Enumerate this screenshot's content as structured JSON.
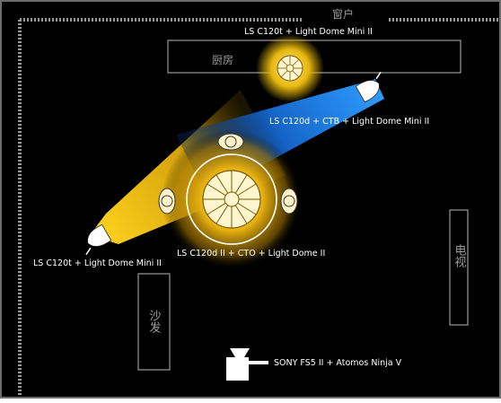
{
  "colors": {
    "background": "#000000",
    "warm_beam": "#f2c21b",
    "cool_beam": "#1e88ff",
    "outline": "#bfbfbf"
  },
  "room": {
    "window_label": "窗户",
    "kitchen_label": "厨房",
    "tv_label": "电视",
    "sofa_label": "沙发"
  },
  "lights": {
    "top": "LS C120t  + Light Dome Mini II",
    "right": "LS C120d  + CTB + Light Dome Mini II",
    "left": "LS C120t  + Light Dome Mini II",
    "center": "LS C120d II + CTO + Light Dome II"
  },
  "camera": {
    "label": "SONY FS5 II + Atomos Ninja V"
  }
}
